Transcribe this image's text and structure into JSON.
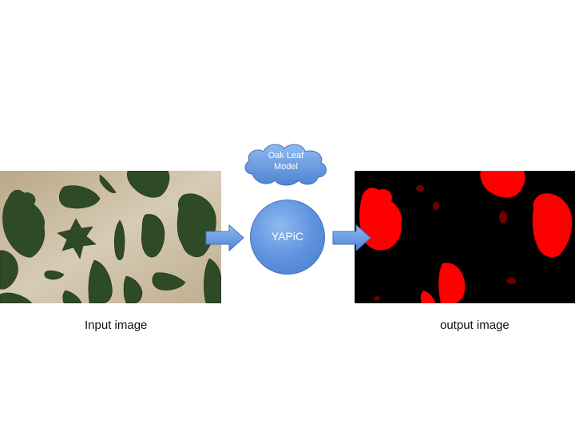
{
  "diagram": {
    "input_caption": "Input image",
    "output_caption": "output image",
    "model_cloud": {
      "line1": "Oak Leaf",
      "line2": "Model"
    },
    "process_node": "YAPiC"
  },
  "colors": {
    "node_fill": "#5b90dc",
    "arrow_fill": "#5b90dc",
    "background_photo": "#c8bba1",
    "leaf_green": "#2f4a26",
    "mask_red": "#ff0000",
    "mask_background": "#000000"
  },
  "icons": [
    "leaf-photo",
    "segmentation-mask",
    "cloud",
    "circle-node",
    "right-arrow"
  ]
}
